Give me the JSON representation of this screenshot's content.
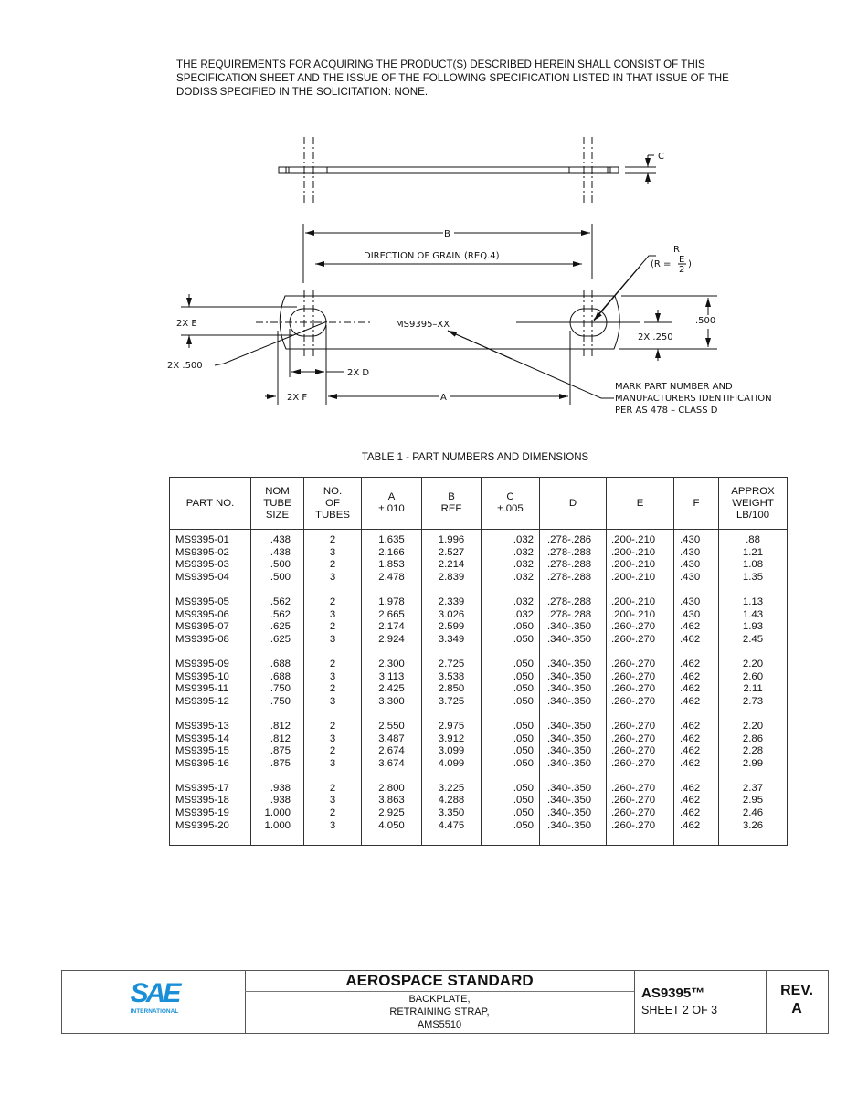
{
  "intro_lines": [
    "THE REQUIREMENTS FOR ACQUIRING THE PRODUCT(S) DESCRIBED HEREIN SHALL CONSIST OF THIS",
    "SPECIFICATION SHEET AND THE ISSUE OF THE FOLLOWING SPECIFICATION LISTED IN THAT ISSUE OF THE",
    "DODISS SPECIFIED IN THE SOLICITATION:  NONE."
  ],
  "drawing": {
    "c_label": "C",
    "b_label": "B",
    "grain_label": "DIRECTION  OF  GRAIN  (REQ.4)",
    "r_label": "R",
    "r_formula_left": "(R  =",
    "r_formula_num": "E",
    "r_formula_den": "2",
    "r_formula_right": ")",
    "e_label": "2X  E",
    "part_mark": "MS9395–XX",
    "height_label": ".500",
    "half_label": "2X  .250",
    "radius_label": "2X  .500",
    "d_label": "2X  D",
    "f_label": "2X  F",
    "a_label": "A",
    "note_lines": [
      "MARK  PART  NUMBER  AND",
      "MANUFACTURERS  IDENTIFICATION",
      "PER  AS  478  –  CLASS  D"
    ]
  },
  "table": {
    "caption": "TABLE 1 - PART NUMBERS AND DIMENSIONS",
    "headers": [
      [
        "PART NO."
      ],
      [
        "NOM",
        "TUBE",
        "SIZE"
      ],
      [
        "NO.",
        "OF",
        "TUBES"
      ],
      [
        "A",
        "±.010"
      ],
      [
        "B",
        "REF"
      ],
      [
        "C",
        "±.005"
      ],
      [
        "D"
      ],
      [
        "E"
      ],
      [
        "F"
      ],
      [
        "APPROX",
        "WEIGHT",
        "LB/100"
      ]
    ],
    "rows": [
      [
        "MS9395-01",
        ".438",
        "2",
        "1.635",
        "1.996",
        ".032",
        ".278-.286",
        ".200-.210",
        ".430",
        ".88"
      ],
      [
        "MS9395-02",
        ".438",
        "3",
        "2.166",
        "2.527",
        ".032",
        ".278-.288",
        ".200-.210",
        ".430",
        "1.21"
      ],
      [
        "MS9395-03",
        ".500",
        "2",
        "1.853",
        "2.214",
        ".032",
        ".278-.288",
        ".200-.210",
        ".430",
        "1.08"
      ],
      [
        "MS9395-04",
        ".500",
        "3",
        "2.478",
        "2.839",
        ".032",
        ".278-.288",
        ".200-.210",
        ".430",
        "1.35"
      ],
      [
        "MS9395-05",
        ".562",
        "2",
        "1.978",
        "2.339",
        ".032",
        ".278-.288",
        ".200-.210",
        ".430",
        "1.13"
      ],
      [
        "MS9395-06",
        ".562",
        "3",
        "2.665",
        "3.026",
        ".032",
        ".278-.288",
        ".200-.210",
        ".430",
        "1.43"
      ],
      [
        "MS9395-07",
        ".625",
        "2",
        "2.174",
        "2.599",
        ".050",
        ".340-.350",
        ".260-.270",
        ".462",
        "1.93"
      ],
      [
        "MS9395-08",
        ".625",
        "3",
        "2.924",
        "3.349",
        ".050",
        ".340-.350",
        ".260-.270",
        ".462",
        "2.45"
      ],
      [
        "MS9395-09",
        ".688",
        "2",
        "2.300",
        "2.725",
        ".050",
        ".340-.350",
        ".260-.270",
        ".462",
        "2.20"
      ],
      [
        "MS9395-10",
        ".688",
        "3",
        "3.113",
        "3.538",
        ".050",
        ".340-.350",
        ".260-.270",
        ".462",
        "2.60"
      ],
      [
        "MS9395-11",
        ".750",
        "2",
        "2.425",
        "2.850",
        ".050",
        ".340-.350",
        ".260-.270",
        ".462",
        "2.11"
      ],
      [
        "MS9395-12",
        ".750",
        "3",
        "3.300",
        "3.725",
        ".050",
        ".340-.350",
        ".260-.270",
        ".462",
        "2.73"
      ],
      [
        "MS9395-13",
        ".812",
        "2",
        "2.550",
        "2.975",
        ".050",
        ".340-.350",
        ".260-.270",
        ".462",
        "2.20"
      ],
      [
        "MS9395-14",
        ".812",
        "3",
        "3.487",
        "3.912",
        ".050",
        ".340-.350",
        ".260-.270",
        ".462",
        "2.86"
      ],
      [
        "MS9395-15",
        ".875",
        "2",
        "2.674",
        "3.099",
        ".050",
        ".340-.350",
        ".260-.270",
        ".462",
        "2.28"
      ],
      [
        "MS9395-16",
        ".875",
        "3",
        "3.674",
        "4.099",
        ".050",
        ".340-.350",
        ".260-.270",
        ".462",
        "2.99"
      ],
      [
        "MS9395-17",
        ".938",
        "2",
        "2.800",
        "3.225",
        ".050",
        ".340-.350",
        ".260-.270",
        ".462",
        "2.37"
      ],
      [
        "MS9395-18",
        ".938",
        "3",
        "3.863",
        "4.288",
        ".050",
        ".340-.350",
        ".260-.270",
        ".462",
        "2.95"
      ],
      [
        "MS9395-19",
        "1.000",
        "2",
        "2.925",
        "3.350",
        ".050",
        ".340-.350",
        ".260-.270",
        ".462",
        "2.46"
      ],
      [
        "MS9395-20",
        "1.000",
        "3",
        "4.050",
        "4.475",
        ".050",
        ".340-.350",
        ".260-.270",
        ".462",
        "3.26"
      ]
    ]
  },
  "footer": {
    "logo_text": "SAE",
    "logo_sub": "INTERNATIONAL",
    "logo_color": "#1a8fd8",
    "title": "AEROSPACE STANDARD",
    "subtitle_lines": [
      "BACKPLATE,",
      "RETRAINING STRAP,",
      "AMS5510"
    ],
    "doc_number": "AS9395™",
    "sheet": "SHEET 2 OF 3",
    "rev_label": "REV.",
    "rev_value": "A"
  }
}
